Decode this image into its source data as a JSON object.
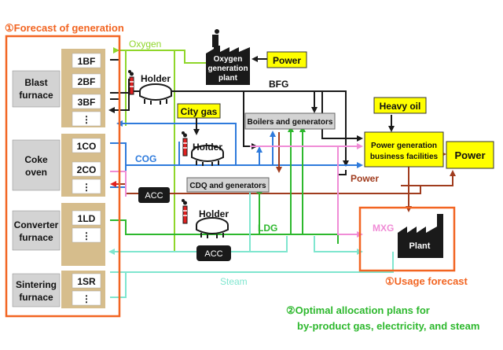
{
  "sections": {
    "forecast_generation": "①Forecast of generation",
    "usage_forecast": "①Usage forecast",
    "optimal_line1": "②Optimal allocation plans for",
    "optimal_line2": "by-product gas, electricity, and steam"
  },
  "plants": {
    "blast": {
      "line1": "Blast",
      "line2": "furnace",
      "units": [
        "1BF",
        "2BF",
        "3BF"
      ]
    },
    "coke": {
      "line1": "Coke",
      "line2": "oven",
      "units": [
        "1CO",
        "2CO"
      ]
    },
    "converter": {
      "line1": "Converter",
      "line2": "furnace",
      "units": [
        "1LD"
      ]
    },
    "sinter": {
      "line1": "Sintering",
      "line2": "furnace",
      "units": [
        "1SR"
      ]
    },
    "more_marker": "⋮"
  },
  "facilities": {
    "oxygen_plant": [
      "Oxygen",
      "generation",
      "plant"
    ],
    "boilers": "Boilers and generators",
    "cdq": "CDQ and generators",
    "power_gen": [
      "Power generation",
      "business facilities"
    ],
    "plant": "Plant",
    "holder": "Holder",
    "acc": "ACC"
  },
  "inputs": {
    "power": "Power",
    "city_gas": "City gas",
    "heavy_oil": "Heavy oil",
    "power_out": "Power"
  },
  "flows": {
    "oxygen": "Oxygen",
    "bfg": "BFG",
    "cog": "COG",
    "power": "Power",
    "ldg": "LDG",
    "mxg": "MXG",
    "steam": "Steam"
  },
  "colors": {
    "tan": "#d6bd8c",
    "grey_box": "#d3d3d3",
    "yellow": "#ffff00",
    "orange": "#f26522",
    "green": "#2db82d",
    "blue": "#2f7bdc",
    "brown": "#a03c1e",
    "pink": "#f08cd6",
    "cyan": "#7fe6cf",
    "lime": "#8fd62a",
    "dark": "#1a1a1a"
  }
}
